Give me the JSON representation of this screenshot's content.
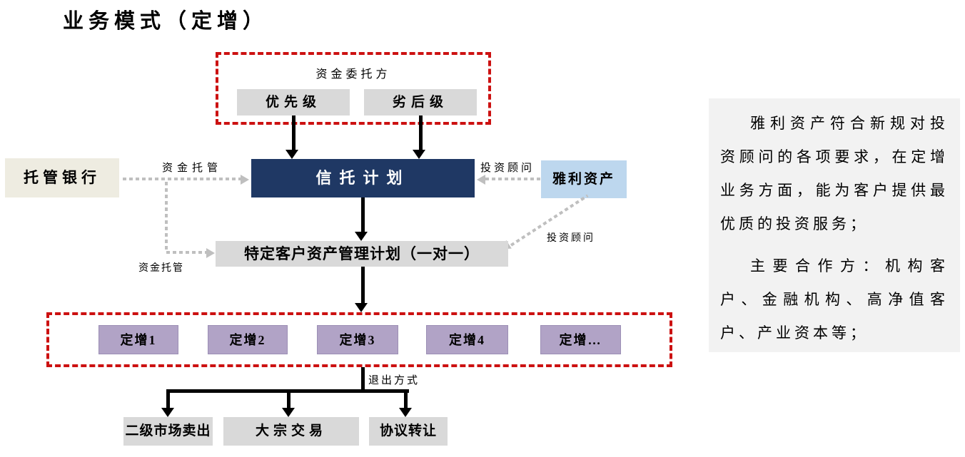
{
  "title": "业务模式（定增）",
  "colors": {
    "navy": "#1F3864",
    "light_blue": "#BDD7EE",
    "beige": "#EEECE1",
    "gray_box": "#D9D9D9",
    "purple": "#B1A3C6",
    "red_dash": "#CC1111",
    "dotted_arrow_gray": "#BFBFBF",
    "panel_bg": "#F2F2F2"
  },
  "diagram": {
    "funders_group_label": "资金委托方",
    "senior_tranche": "优先级",
    "junior_tranche": "劣后级",
    "custodian_bank": "托管银行",
    "trust_plan": "信托计划",
    "advisor_company": "雅利资产",
    "asset_mgmt_plan": "特定客户资产管理计划（一对一）",
    "edge_labels": {
      "fund_custody_upper": "资金托管",
      "fund_custody_lower": "资金托管",
      "investment_advisor_upper": "投资顾问",
      "investment_advisor_lower": "投资顾问",
      "exit_method": "退出方式"
    },
    "placements": [
      "定增1",
      "定增2",
      "定增3",
      "定增4",
      "定增…"
    ],
    "exit_channels": [
      "二级市场卖出",
      "大宗交易",
      "协议转让"
    ]
  },
  "side_panel": {
    "paragraph1": "雅利资产符合新规对投资顾问的各项要求，在定增业务方面，能为客户提供最优质的投资服务；",
    "paragraph2": "主要合作方：机构客户、金融机构、高净值客户、产业资本等；"
  }
}
